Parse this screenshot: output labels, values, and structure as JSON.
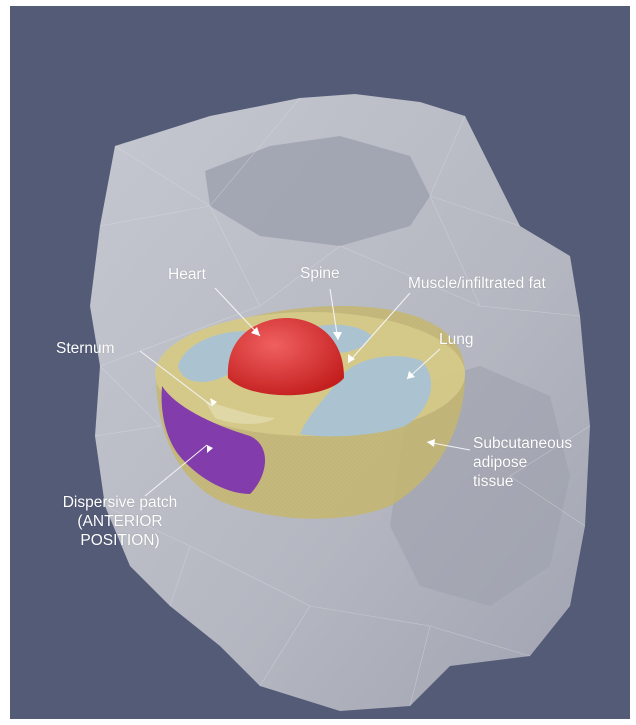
{
  "labels": {
    "heart": "Heart",
    "spine": "Spine",
    "muscle": "Muscle/infiltrated fat",
    "sternum": "Sternum",
    "lung": "Lung",
    "subcutaneous_1": "Subcutaneous",
    "subcutaneous_2": "adipose",
    "subcutaneous_3": "tissue",
    "patch_1": "Dispersive patch",
    "patch_2": "(ANTERIOR",
    "patch_3": "POSITION)"
  },
  "colors": {
    "background": "#545b77",
    "body": "#c9cbd2",
    "fat_layer": "#c7b770",
    "lung": "#a9c3d4",
    "heart": "#e03535",
    "patch": "#7a2fb0"
  },
  "icons": [
    "arrow-icon"
  ]
}
